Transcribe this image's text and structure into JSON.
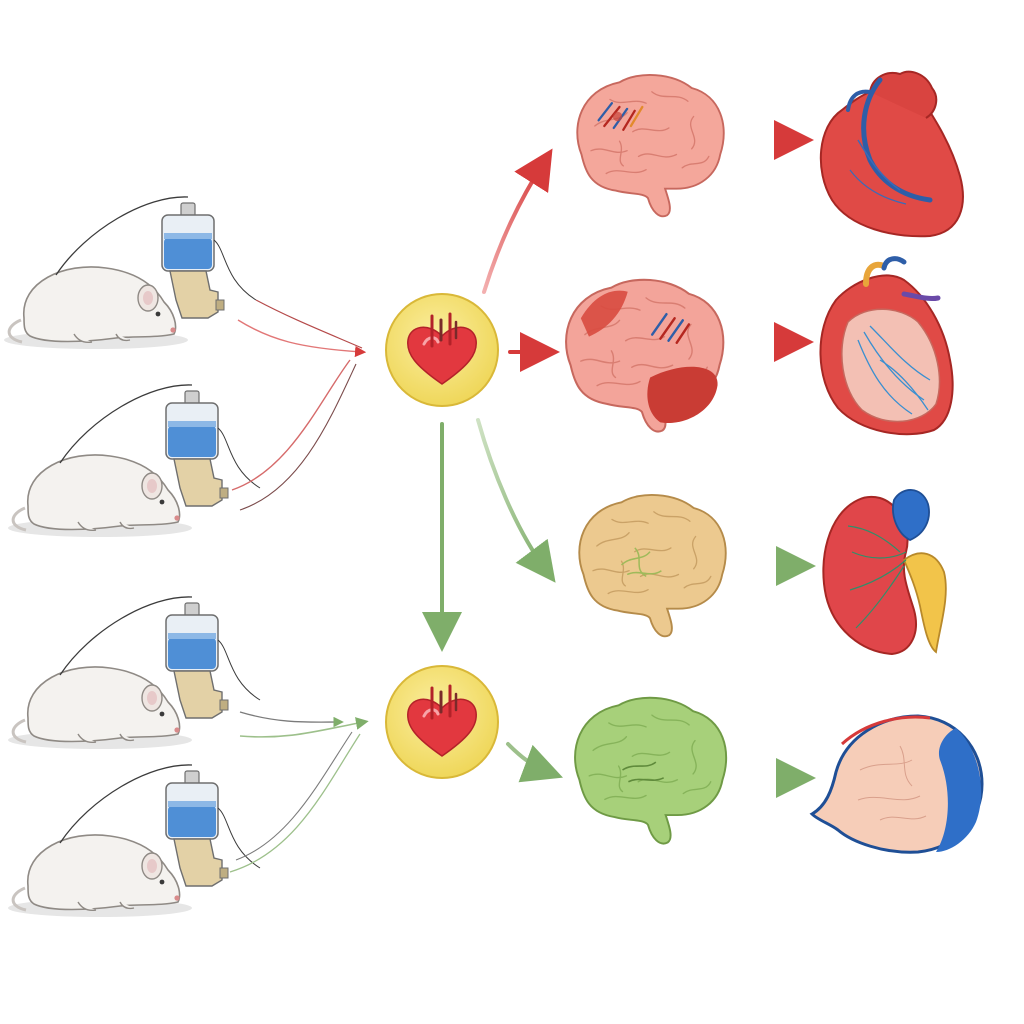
{
  "diagram": {
    "subjects": [
      {
        "name": "mouse-1",
        "group": "red"
      },
      {
        "name": "mouse-2",
        "group": "red"
      },
      {
        "name": "mouse-3",
        "group": "green"
      },
      {
        "name": "mouse-4",
        "group": "green"
      }
    ],
    "hubs": [
      {
        "name": "heart-hub-top",
        "icon": "heart-icon"
      },
      {
        "name": "heart-hub-bottom",
        "icon": "heart-icon"
      }
    ],
    "outcomes": [
      {
        "row": 1,
        "brain": "brain-red-lesion",
        "organ": "heart-organ",
        "pathway": "red"
      },
      {
        "row": 2,
        "brain": "brain-red-infarct",
        "organ": "heart-cross-section",
        "pathway": "red"
      },
      {
        "row": 3,
        "brain": "brain-tan",
        "organ": "kidney",
        "pathway": "green"
      },
      {
        "row": 4,
        "brain": "brain-green",
        "organ": "eye",
        "pathway": "green"
      }
    ],
    "colors": {
      "red_pathway": "#d63a3a",
      "green_pathway": "#7fae6a",
      "hub_fill": "#f5df6a",
      "heart": "#e2383f"
    }
  }
}
